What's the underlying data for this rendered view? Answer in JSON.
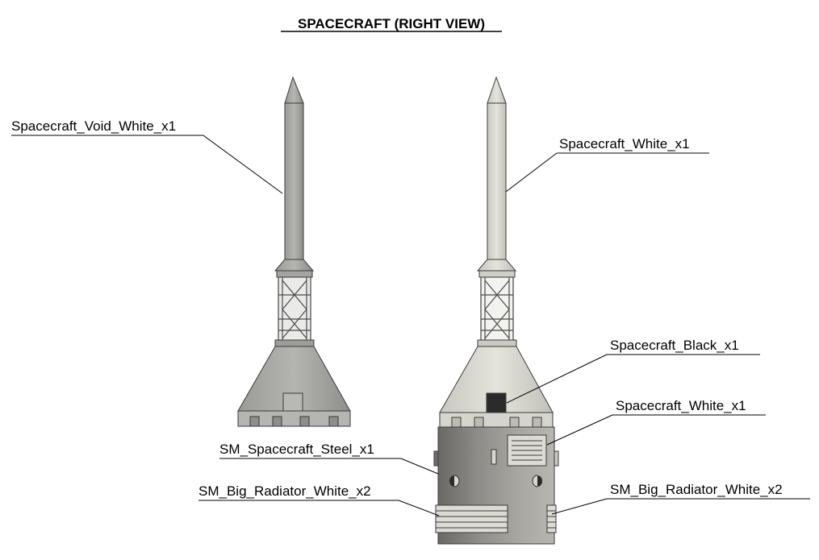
{
  "title": "SPACECRAFT (RIGHT VIEW)",
  "labels": {
    "void_white": "Spacecraft_Void_White_x1",
    "white_top": "Spacecraft_White_x1",
    "black": "Spacecraft_Black_x1",
    "white_side": "Spacecraft_White_x1",
    "steel": "SM_Spacecraft_Steel_x1",
    "radiator_left": "SM_Big_Radiator_White_x2",
    "radiator_right": "SM_Big_Radiator_White_x2"
  },
  "colors": {
    "void_white": "#a9a9a5",
    "white": "#d8d7cf",
    "steel": "#8c8a86",
    "black": "#2b2b2b",
    "radiator": "#dcdbd4"
  }
}
